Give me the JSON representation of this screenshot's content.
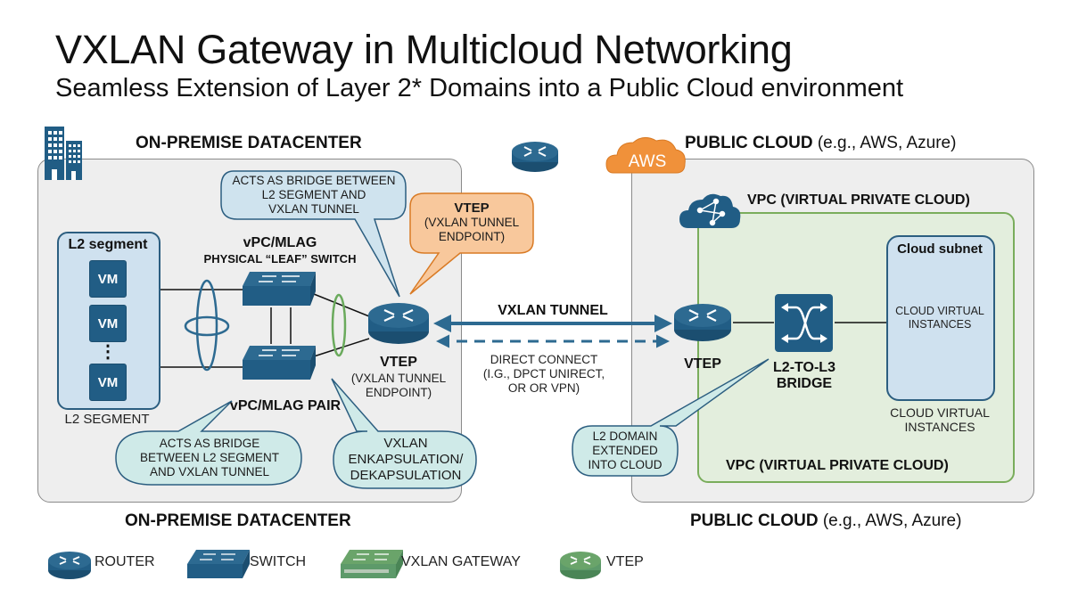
{
  "header": {
    "title": "VXLAN Gateway in Multicloud Networking",
    "subtitle": "Seamless Extension of Layer 2* Domains into a Public Cloud environment"
  },
  "on_premise": {
    "label_top": "ON-PREMISE DATACENTER",
    "label_bottom": "ON-PREMISE DATACENTER",
    "l2_segment": {
      "title": "L2 segment",
      "caption": "L2 SEGMENT",
      "vms": [
        "VM",
        "VM",
        "VM"
      ],
      "ellipsis": "⋮"
    },
    "leaf_switch_label": "vPC/MLAG",
    "leaf_switch_sublabel": "PHYSICAL “LEAF” SWITCH",
    "pair_label": "vPC/MLAG PAIR",
    "vtep": {
      "label": "VTEP",
      "sublabel_line1": "(VXLAN TUNNEL",
      "sublabel_line2": "ENDPOINT)"
    },
    "callout_top": [
      "ACTS AS BRIDGE BETWEEN",
      "L2 SEGMENT AND",
      "VXLAN TUNNEL"
    ],
    "callout_vtep": {
      "title": "VTEP",
      "lines": [
        "(VXLAN TUNNEL",
        "ENDPOINT)"
      ]
    },
    "callout_bottom_left": [
      "ACTS AS BRIDGE",
      "BETWEEN L2 SEGMENT",
      "AND VXLAN TUNNEL"
    ],
    "callout_bottom_right": [
      "VXLAN",
      "ENKAPSULATION/",
      "DEKAPSULATION"
    ]
  },
  "links": {
    "tunnel_label": "VXLAN TUNNEL",
    "direct_connect": [
      "DIRECT CONNECT",
      "(I.G., DPCT UNIRECT,",
      "OR OR VPN)"
    ]
  },
  "public_cloud": {
    "label_top_bold": "PUBLIC CLOUD",
    "label_top_normal": " (e.g., AWS, Azure)",
    "label_bottom_bold": "PUBLIC CLOUD",
    "label_bottom_normal": " (e.g., AWS, Azure)",
    "aws_badge": "AWS",
    "vpc_label_top": "VPC (VIRTUAL PRIVATE CLOUD)",
    "vpc_label_bottom": "VPC (VIRTUAL PRIVATE CLOUD)",
    "vtep_label": "VTEP",
    "bridge_label_line1": "L2-TO-L3",
    "bridge_label_line2": "BRIDGE",
    "subnet": {
      "title": "Cloud subnet",
      "instances_line1": "CLOUD VIRTUAL",
      "instances_line2": "INSTANCES"
    },
    "instances_caption_line1": "CLOUD VIRTUAL",
    "instances_caption_line2": "INSTANCES",
    "callout": [
      "L2 DOMAIN",
      "EXTENDED",
      "INTO CLOUD"
    ]
  },
  "legend": [
    {
      "icon": "router-icon",
      "label": "ROUTER"
    },
    {
      "icon": "switch-icon",
      "label": "SWITCH"
    },
    {
      "icon": "vxlan-gateway-icon",
      "label": "VXLAN GATEWAY"
    },
    {
      "icon": "vtep-icon",
      "label": "VTEP"
    }
  ],
  "colors": {
    "device_blue": "#215d85",
    "aws_orange": "#f0913a",
    "vtep_green": "#5d9a6a",
    "vpc_green": "#7aad5c",
    "callout_blue": "#cfe3ee",
    "callout_orange": "#f8c89c"
  }
}
